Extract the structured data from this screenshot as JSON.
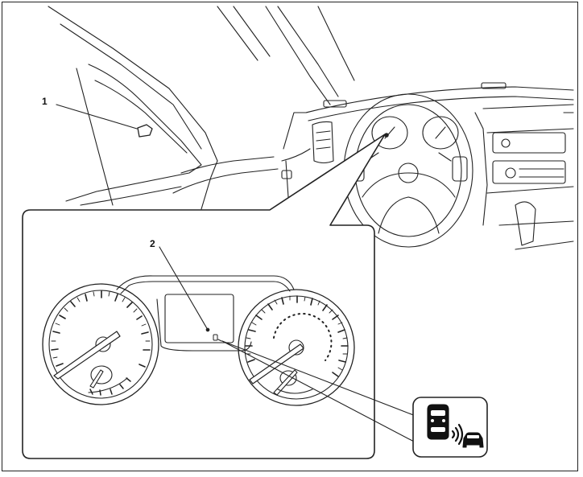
{
  "callouts": [
    {
      "id": "1",
      "label": "1"
    },
    {
      "id": "2",
      "label": "2"
    }
  ],
  "icons": {
    "blind_spot_warning": "blind-spot-warning-icon",
    "indicator_dot": "blind-spot-indicator-icon"
  },
  "colors": {
    "line": "#222222",
    "background": "#ffffff"
  }
}
